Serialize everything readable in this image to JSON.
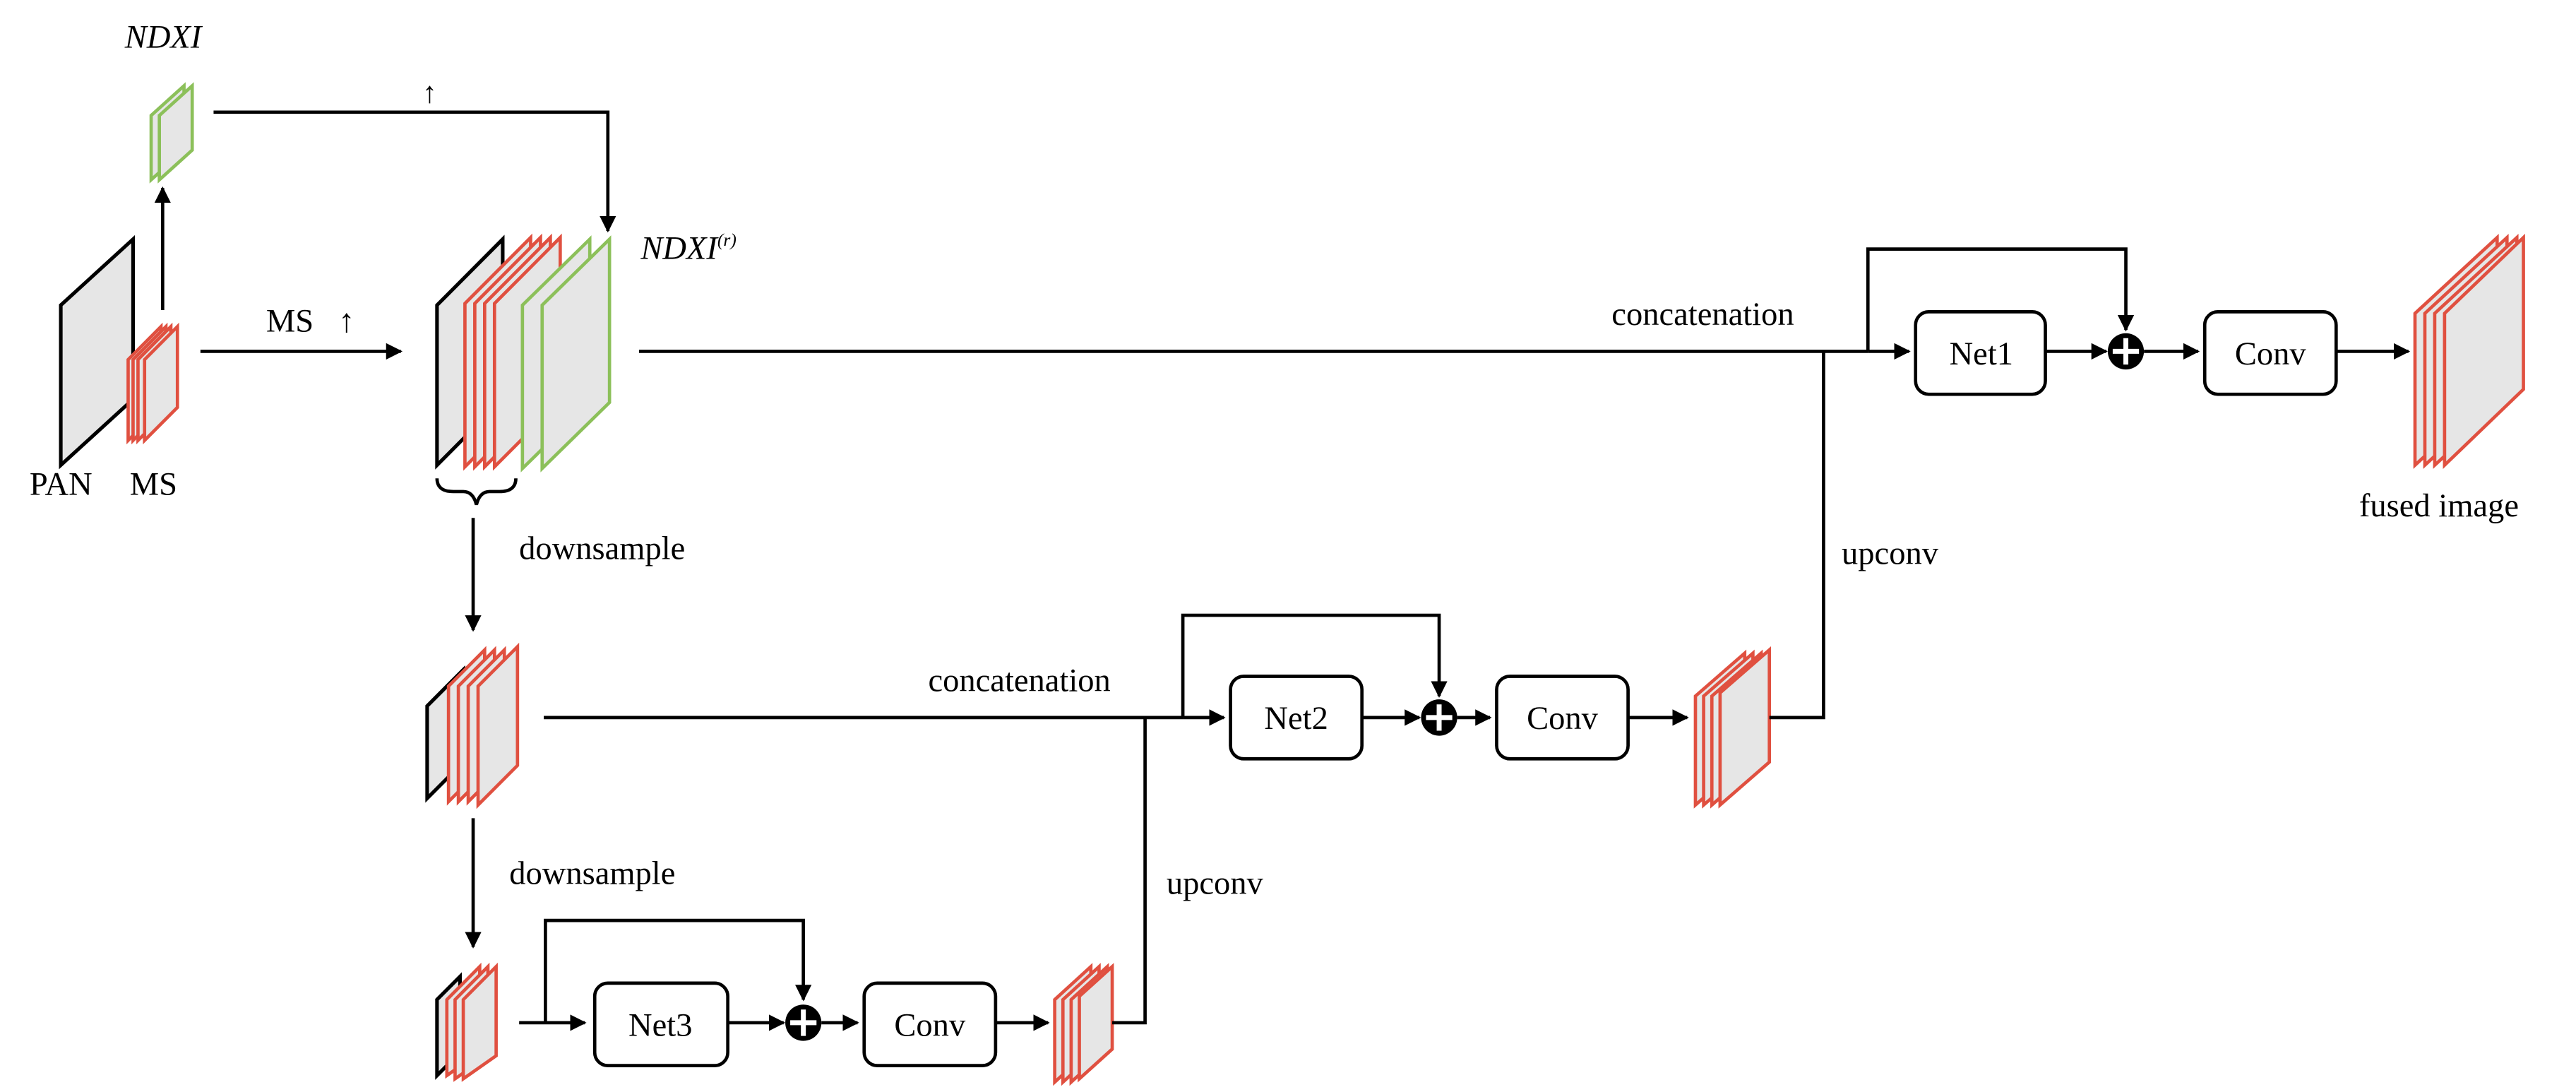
{
  "labels": {
    "ndxi": "NDXI",
    "ndxi_r_base": "NDXI",
    "ndxi_r_sup": "(r)",
    "ms_up": "MS",
    "pan": "PAN",
    "ms": "MS",
    "downsample_1": "downsample",
    "downsample_2": "downsample",
    "concatenation_1": "concatenation",
    "concatenation_2": "concatenation",
    "upconv_1": "upconv",
    "upconv_2": "upconv",
    "fused_image": "fused image"
  },
  "boxes": {
    "net1": "Net1",
    "net2": "Net2",
    "net3": "Net3",
    "conv1": "Conv",
    "conv2": "Conv",
    "conv3": "Conv"
  },
  "colors": {
    "ms_layer": "#e05040",
    "ndxi_layer": "#8cc05a",
    "pan_fill": "#e6e6e6",
    "line": "#000000"
  }
}
